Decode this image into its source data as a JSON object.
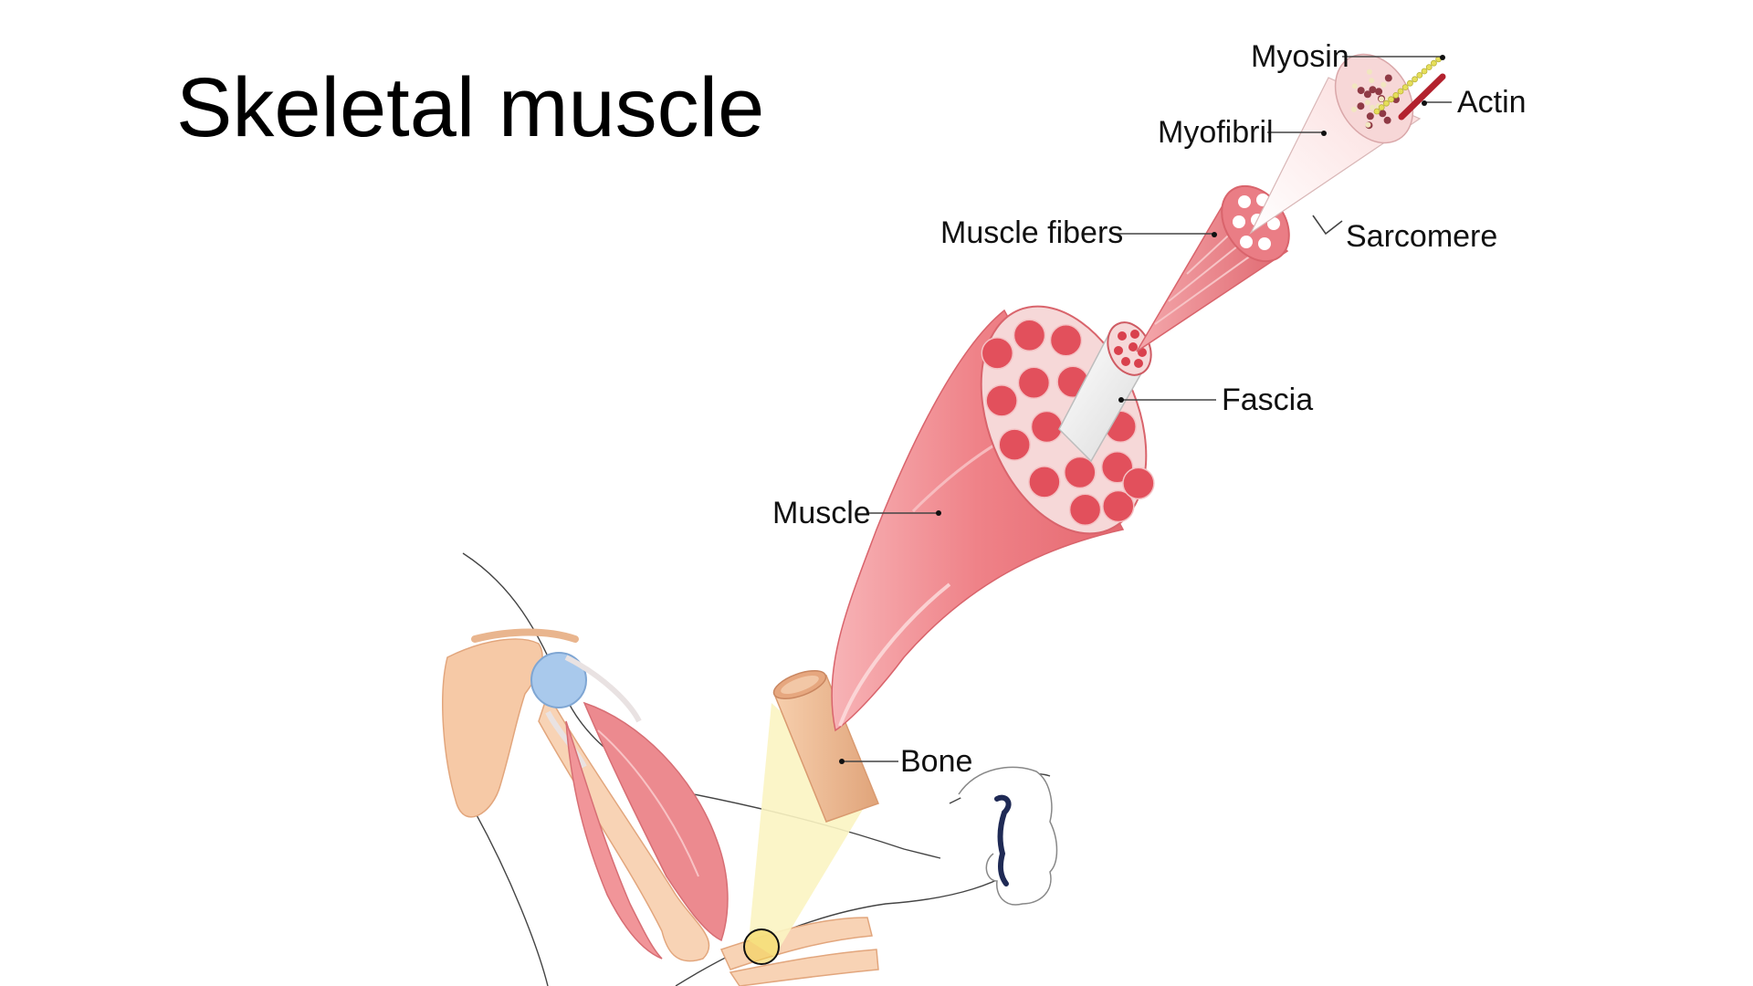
{
  "title": "Skeletal muscle",
  "labels": {
    "myosin": "Myosin",
    "actin": "Actin",
    "myofibril": "Myofibril",
    "sarcomere": "Sarcomere",
    "muscle_fibers": "Muscle fibers",
    "fascia": "Fascia",
    "muscle": "Muscle",
    "bone": "Bone"
  },
  "colors": {
    "muscle": "#ef8a8f",
    "muscle_dark": "#d94b55",
    "fascicle_fill": "#e2505c",
    "bone": "#f3c19c",
    "bone_dark": "#d99a70",
    "joint": "#a9c9ec",
    "zoom_cone": "#fbf4c2",
    "myosin": "#e6df5a",
    "actin": "#b3222e"
  }
}
